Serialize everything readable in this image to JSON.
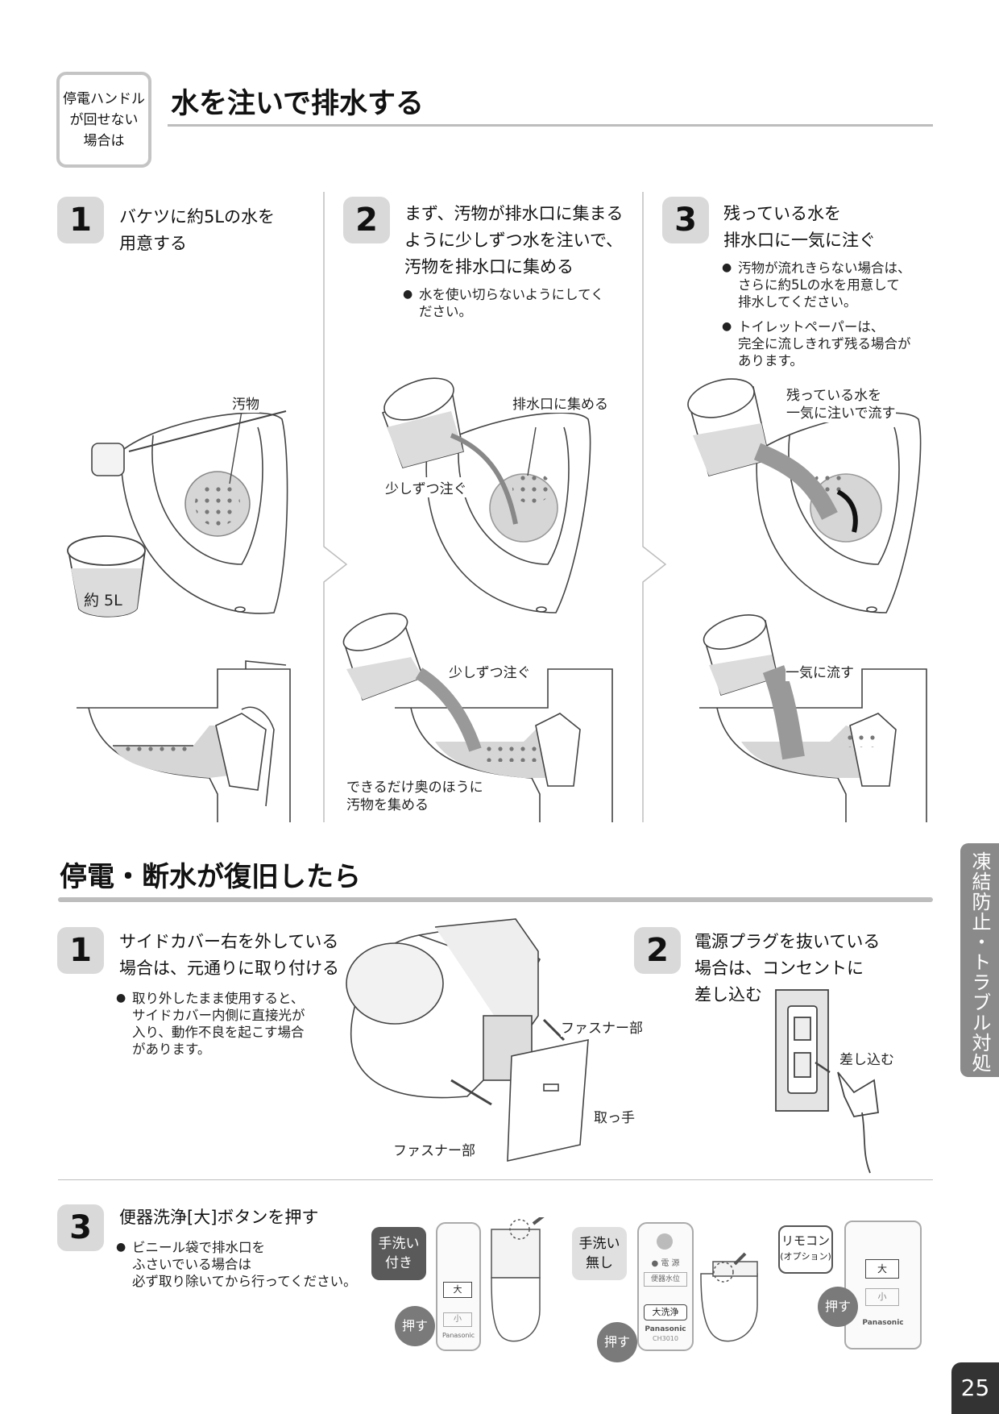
{
  "section1": {
    "tag": [
      "停電ハンドル",
      "が回せない",
      "場合は"
    ],
    "heading": "水を注いで排水する",
    "steps": [
      {
        "num": "1",
        "title": [
          "バケツに約5Lの水を",
          "用意する"
        ],
        "notes": [],
        "labels": {
          "waste": "汚物",
          "bucket": "約 5L"
        }
      },
      {
        "num": "2",
        "title": [
          "まず、汚物が排水口に集まる",
          "ように少しずつ水を注いで、",
          "汚物を排水口に集める"
        ],
        "notes": [
          [
            "水を使い切らないようにしてく",
            "ださい。"
          ]
        ],
        "labels": {
          "gather": "排水口に集める",
          "pour_upper": "少しずつ注ぐ",
          "pour_lower": "少しずつ注ぐ",
          "back": [
            "できるだけ奥のほうに",
            "汚物を集める"
          ]
        }
      },
      {
        "num": "3",
        "title": [
          "残っている水を",
          "排水口に一気に注ぐ"
        ],
        "notes": [
          [
            "汚物が流れきらない場合は、",
            "さらに約5Lの水を用意して",
            "排水してください。"
          ],
          [
            "トイレットペーパーは、",
            "完全に流しきれず残る場合が",
            "あります。"
          ]
        ],
        "labels": {
          "remain": [
            "残っている水を",
            "一気に注いで流す"
          ],
          "flush": "一気に流す"
        }
      }
    ]
  },
  "section2": {
    "heading": "停電・断水が復旧したら",
    "steps": [
      {
        "num": "1",
        "title": [
          "サイドカバー右を外している",
          "場合は、元通りに取り付ける"
        ],
        "notes": [
          [
            "取り外したまま使用すると、",
            "サイドカバー内側に直接光が",
            "入り、動作不良を起こす場合",
            "があります。"
          ]
        ],
        "labels": {
          "fastener_top": "ファスナー部",
          "handle": "取っ手",
          "fastener_bottom": "ファスナー部"
        }
      },
      {
        "num": "2",
        "title": [
          "電源プラグを抜いている",
          "場合は、コンセントに",
          "差し込む"
        ],
        "notes": [],
        "labels": {
          "insert": "差し込む"
        }
      },
      {
        "num": "3",
        "title": [
          "便器洗浄[大]ボタンを押す"
        ],
        "notes": [
          [
            "ビニール袋で排水口を",
            "ふさいでいる場合は",
            "必ず取り除いてから行ってください。"
          ]
        ]
      }
    ]
  },
  "remotes": [
    {
      "type_label": [
        "手洗い",
        "付き"
      ],
      "push": "押す",
      "btn_big": "大",
      "btn_small": "小",
      "brand": "Panasonic"
    },
    {
      "type_label": [
        "手洗い",
        "無し"
      ],
      "push": "押す",
      "btn_big": "大洗浄",
      "power": "● 電 源",
      "seat": "便器水位",
      "brand": "Panasonic",
      "model": "CH3010"
    },
    {
      "type_label": [
        "リモコン",
        "(オプション)"
      ],
      "push": "押す",
      "btn_big": "大",
      "btn_small": "小",
      "brand": "Panasonic"
    }
  ],
  "side_tab": "凍結防止・トラブル対処",
  "page_number": "25",
  "colors": {
    "badge": "#d9d9d9",
    "rule": "#bdbdbd",
    "dark_label": "#5a5a5a",
    "tab": "#8a8a8a"
  }
}
